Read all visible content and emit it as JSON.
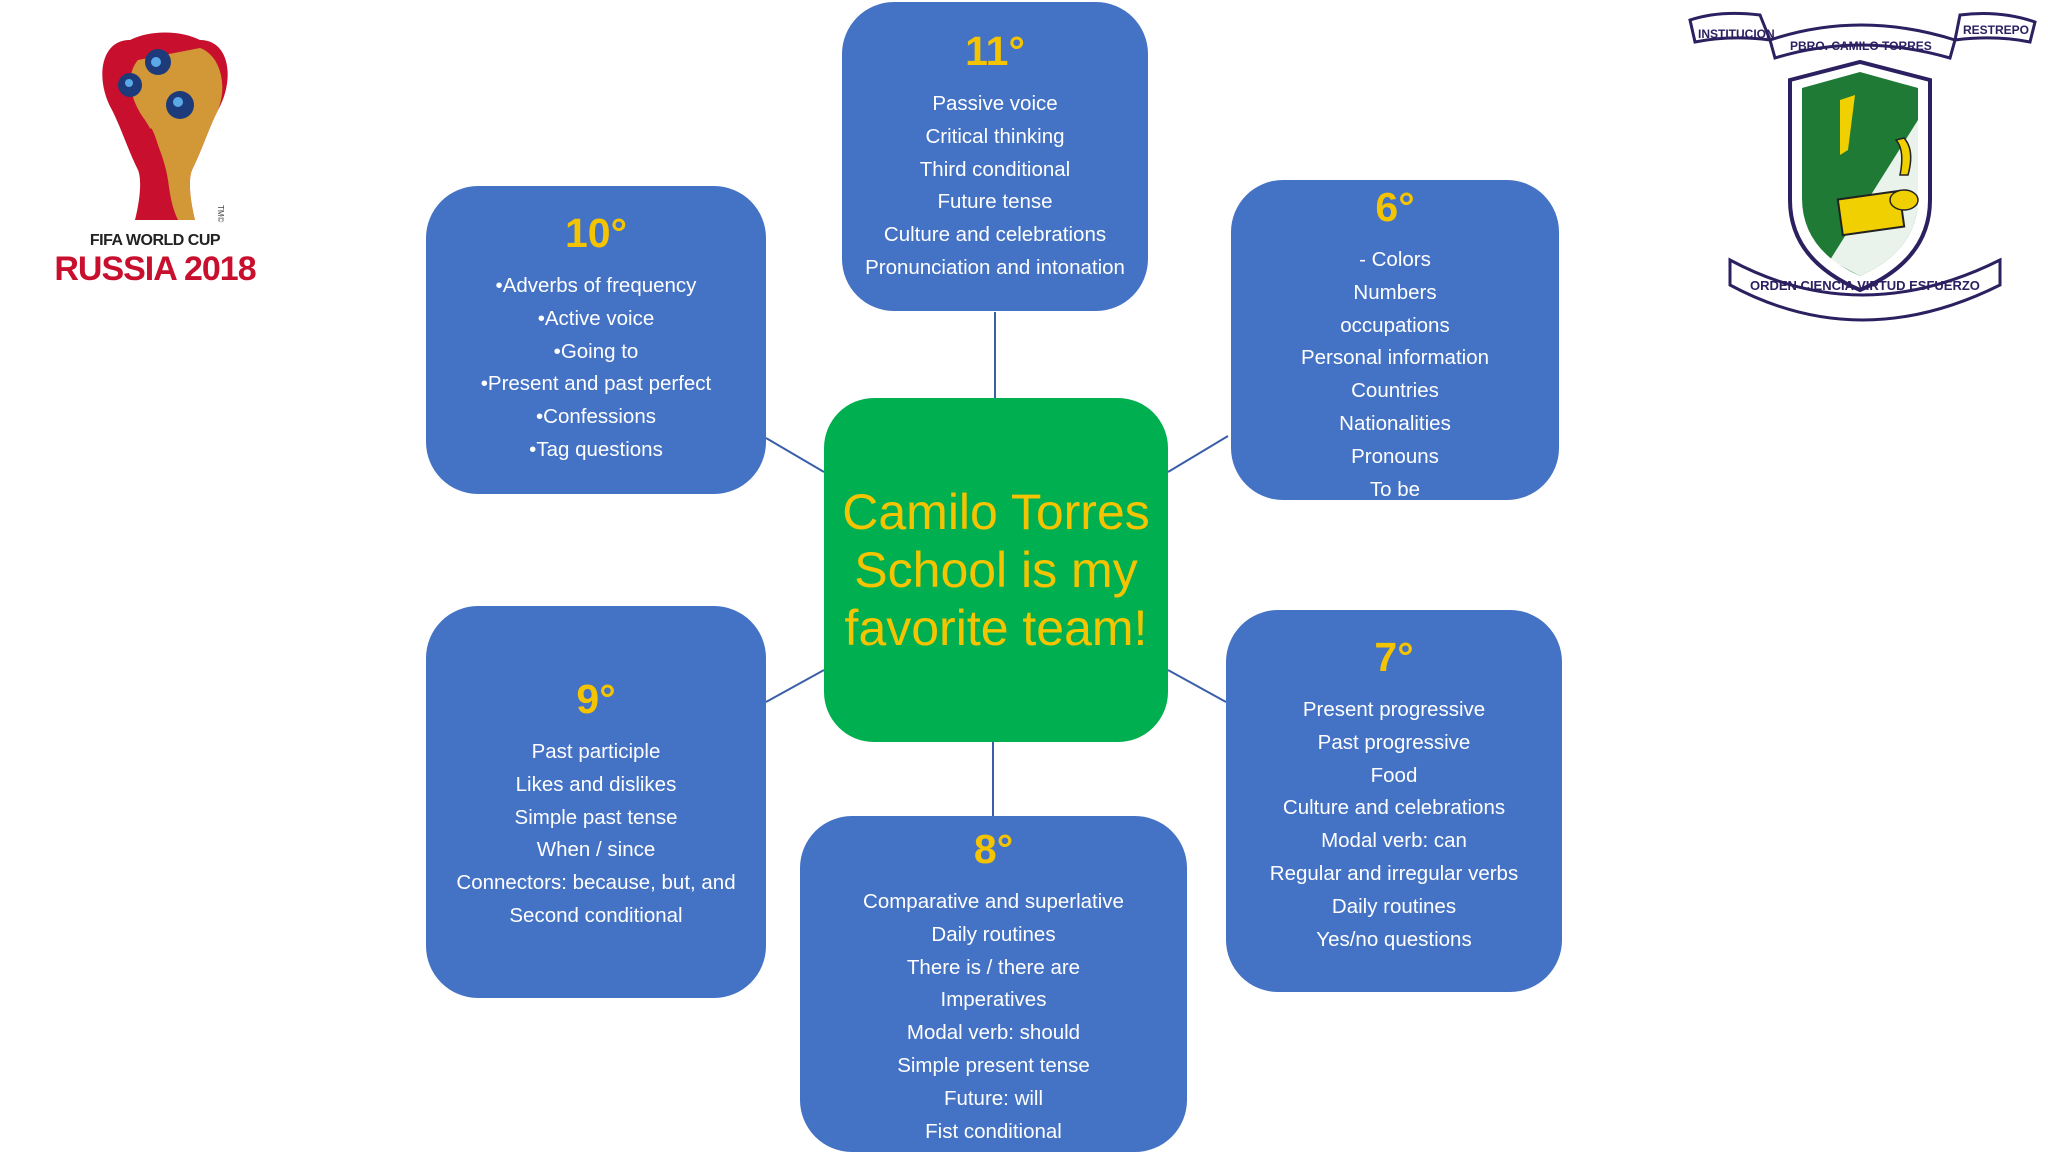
{
  "center": {
    "text": "Camilo Torres School is my favorite team!",
    "color": "#00b050",
    "text_color": "#f5c400"
  },
  "boxes": {
    "g11": {
      "grade": "11°",
      "items": [
        "Passive voice",
        "Critical thinking",
        "Third conditional",
        "Future tense",
        "Culture and celebrations",
        "Pronunciation and intonation"
      ]
    },
    "g10": {
      "grade": "10°",
      "items": [
        "•Adverbs of frequency",
        "•Active voice",
        "•Going to",
        "•Present and past perfect",
        "•Confessions",
        "•Tag questions"
      ]
    },
    "g6": {
      "grade": "6°",
      "items": [
        "- Colors",
        "Numbers",
        "occupations",
        "Personal information",
        "Countries",
        "Nationalities",
        "Pronouns",
        "To be"
      ]
    },
    "g9": {
      "grade": "9°",
      "items": [
        "Past participle",
        "Likes and dislikes",
        "Simple past tense",
        "When / since",
        "Connectors: because, but, and",
        "Second conditional"
      ]
    },
    "g7": {
      "grade": "7°",
      "items": [
        "Present progressive",
        "Past progressive",
        "Food",
        "Culture and celebrations",
        "Modal verb: can",
        "Regular and irregular verbs",
        "Daily routines",
        "Yes/no questions"
      ]
    },
    "g8": {
      "grade": "8°",
      "items": [
        "Comparative and superlative",
        "Daily routines",
        "There is / there are",
        "Imperatives",
        "Modal verb: should",
        "Simple present tense",
        "Future: will",
        "Fist conditional"
      ]
    }
  },
  "logos": {
    "fifa": {
      "line1": "FIFA WORLD CUP",
      "line2": "RUSSIA 2018",
      "icon": "world-cup-trophy-icon",
      "tm": "TM©"
    },
    "school": {
      "icon": "school-crest-icon",
      "banner_left": "INSTITUCION",
      "banner_center": "PBRO. CAMILO TORRES",
      "banner_right": "RESTREPO",
      "motto": "ORDEN CIENCIA VIRTUD ESFUERZO"
    }
  },
  "colors": {
    "box": "#4472c4",
    "grade": "#f5c400",
    "connector": "#3a5ea8"
  }
}
